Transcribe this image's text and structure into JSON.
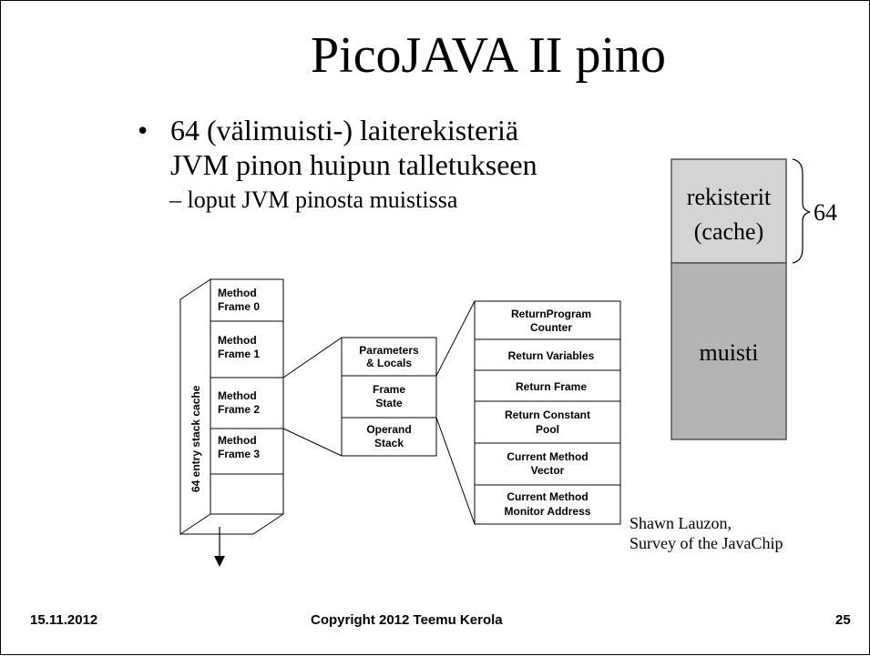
{
  "slide": {
    "title": "PicoJAVA II pino",
    "bullet": {
      "marker": "•",
      "line1": "64 (välimuisti-) laiterekisteriä",
      "line2": "JVM pinon huipun talletukseen"
    },
    "subbullet": "– loput JVM pinosta muistissa"
  },
  "register_diagram": {
    "registers_label_1": "rekisterit",
    "registers_label_2": "(cache)",
    "memory_label": "muisti",
    "brace_label": "64",
    "colors": {
      "registers": "#d4d4d4",
      "memory": "#b4b4b4"
    }
  },
  "stack_diagram": {
    "side_label": "64 entry stack cache",
    "frames": [
      [
        "Method",
        "Frame 0"
      ],
      [
        "Method",
        "Frame 1"
      ],
      [
        "Method",
        "Frame 2"
      ],
      [
        "Method",
        "Frame 3"
      ]
    ],
    "frame_parts": [
      [
        "Parameters",
        "& Locals"
      ],
      [
        "Frame",
        "State"
      ],
      [
        "Operand",
        "Stack"
      ]
    ],
    "frame_state_items": [
      [
        "ReturnProgram",
        "Counter"
      ],
      [
        "Return Variables"
      ],
      [
        "Return Frame"
      ],
      [
        "Return Constant",
        "Pool"
      ],
      [
        "Current Method",
        "Vector"
      ],
      [
        "Current Method",
        "Monitor Address"
      ]
    ]
  },
  "credit": {
    "line1": "Shawn Lauzon,",
    "line2": "Survey of the JavaChip"
  },
  "footer": {
    "date": "15.11.2012",
    "copyright": "Copyright 2012  Teemu Kerola",
    "page": "25"
  }
}
